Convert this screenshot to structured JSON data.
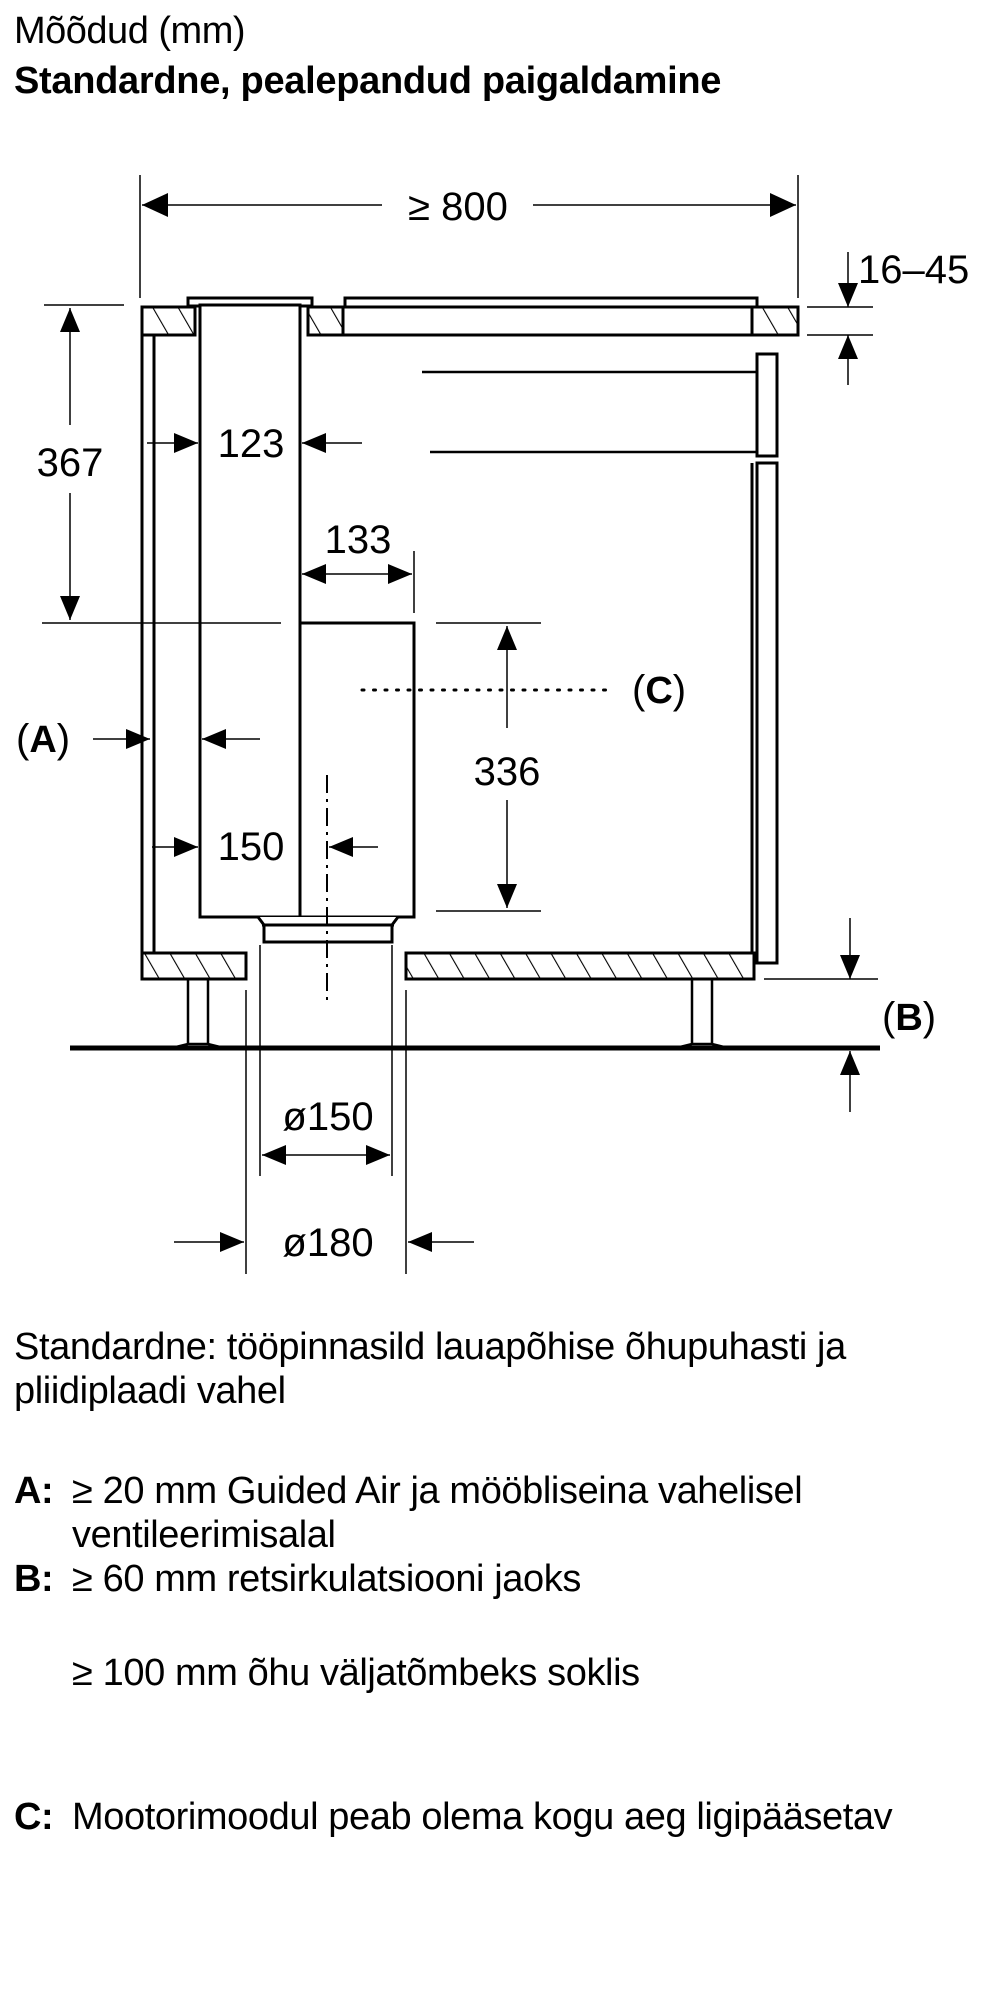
{
  "header": {
    "title": "Mõõdud (mm)",
    "subtitle": "Standardne, pealepandud paigaldamine"
  },
  "diagram": {
    "dimensions": {
      "width_min": "≥ 800",
      "worktop_thickness": "16–45",
      "height_367": "367",
      "width_123": "123",
      "width_133": "133",
      "height_336": "336",
      "offset_150": "150",
      "duct_inner": "ø150",
      "duct_outer": "ø180"
    },
    "callouts": {
      "a_open": "(",
      "a": "A",
      "a_close": ")",
      "b_open": "(",
      "b": "B",
      "b_close": ")",
      "c_open": "(",
      "c": "C",
      "c_close": ")"
    }
  },
  "notes": {
    "intro": "Standardne: tööpinnasild lauapõhise õhupuhasti ja pliidiplaadi vahel",
    "items": [
      {
        "key": "A:",
        "text": "≥ 20 mm Guided Air ja mööbliseina vahelisel ventileerimisalal"
      },
      {
        "key": "B:",
        "text": "≥ 60 mm retsirkulatsiooni jaoks"
      },
      {
        "key": "",
        "text": "≥ 100 mm õhu väljatõmbeks soklis"
      },
      {
        "key": "C:",
        "text": "Mootorimoodul peab olema kogu aeg ligipääsetav"
      }
    ]
  }
}
